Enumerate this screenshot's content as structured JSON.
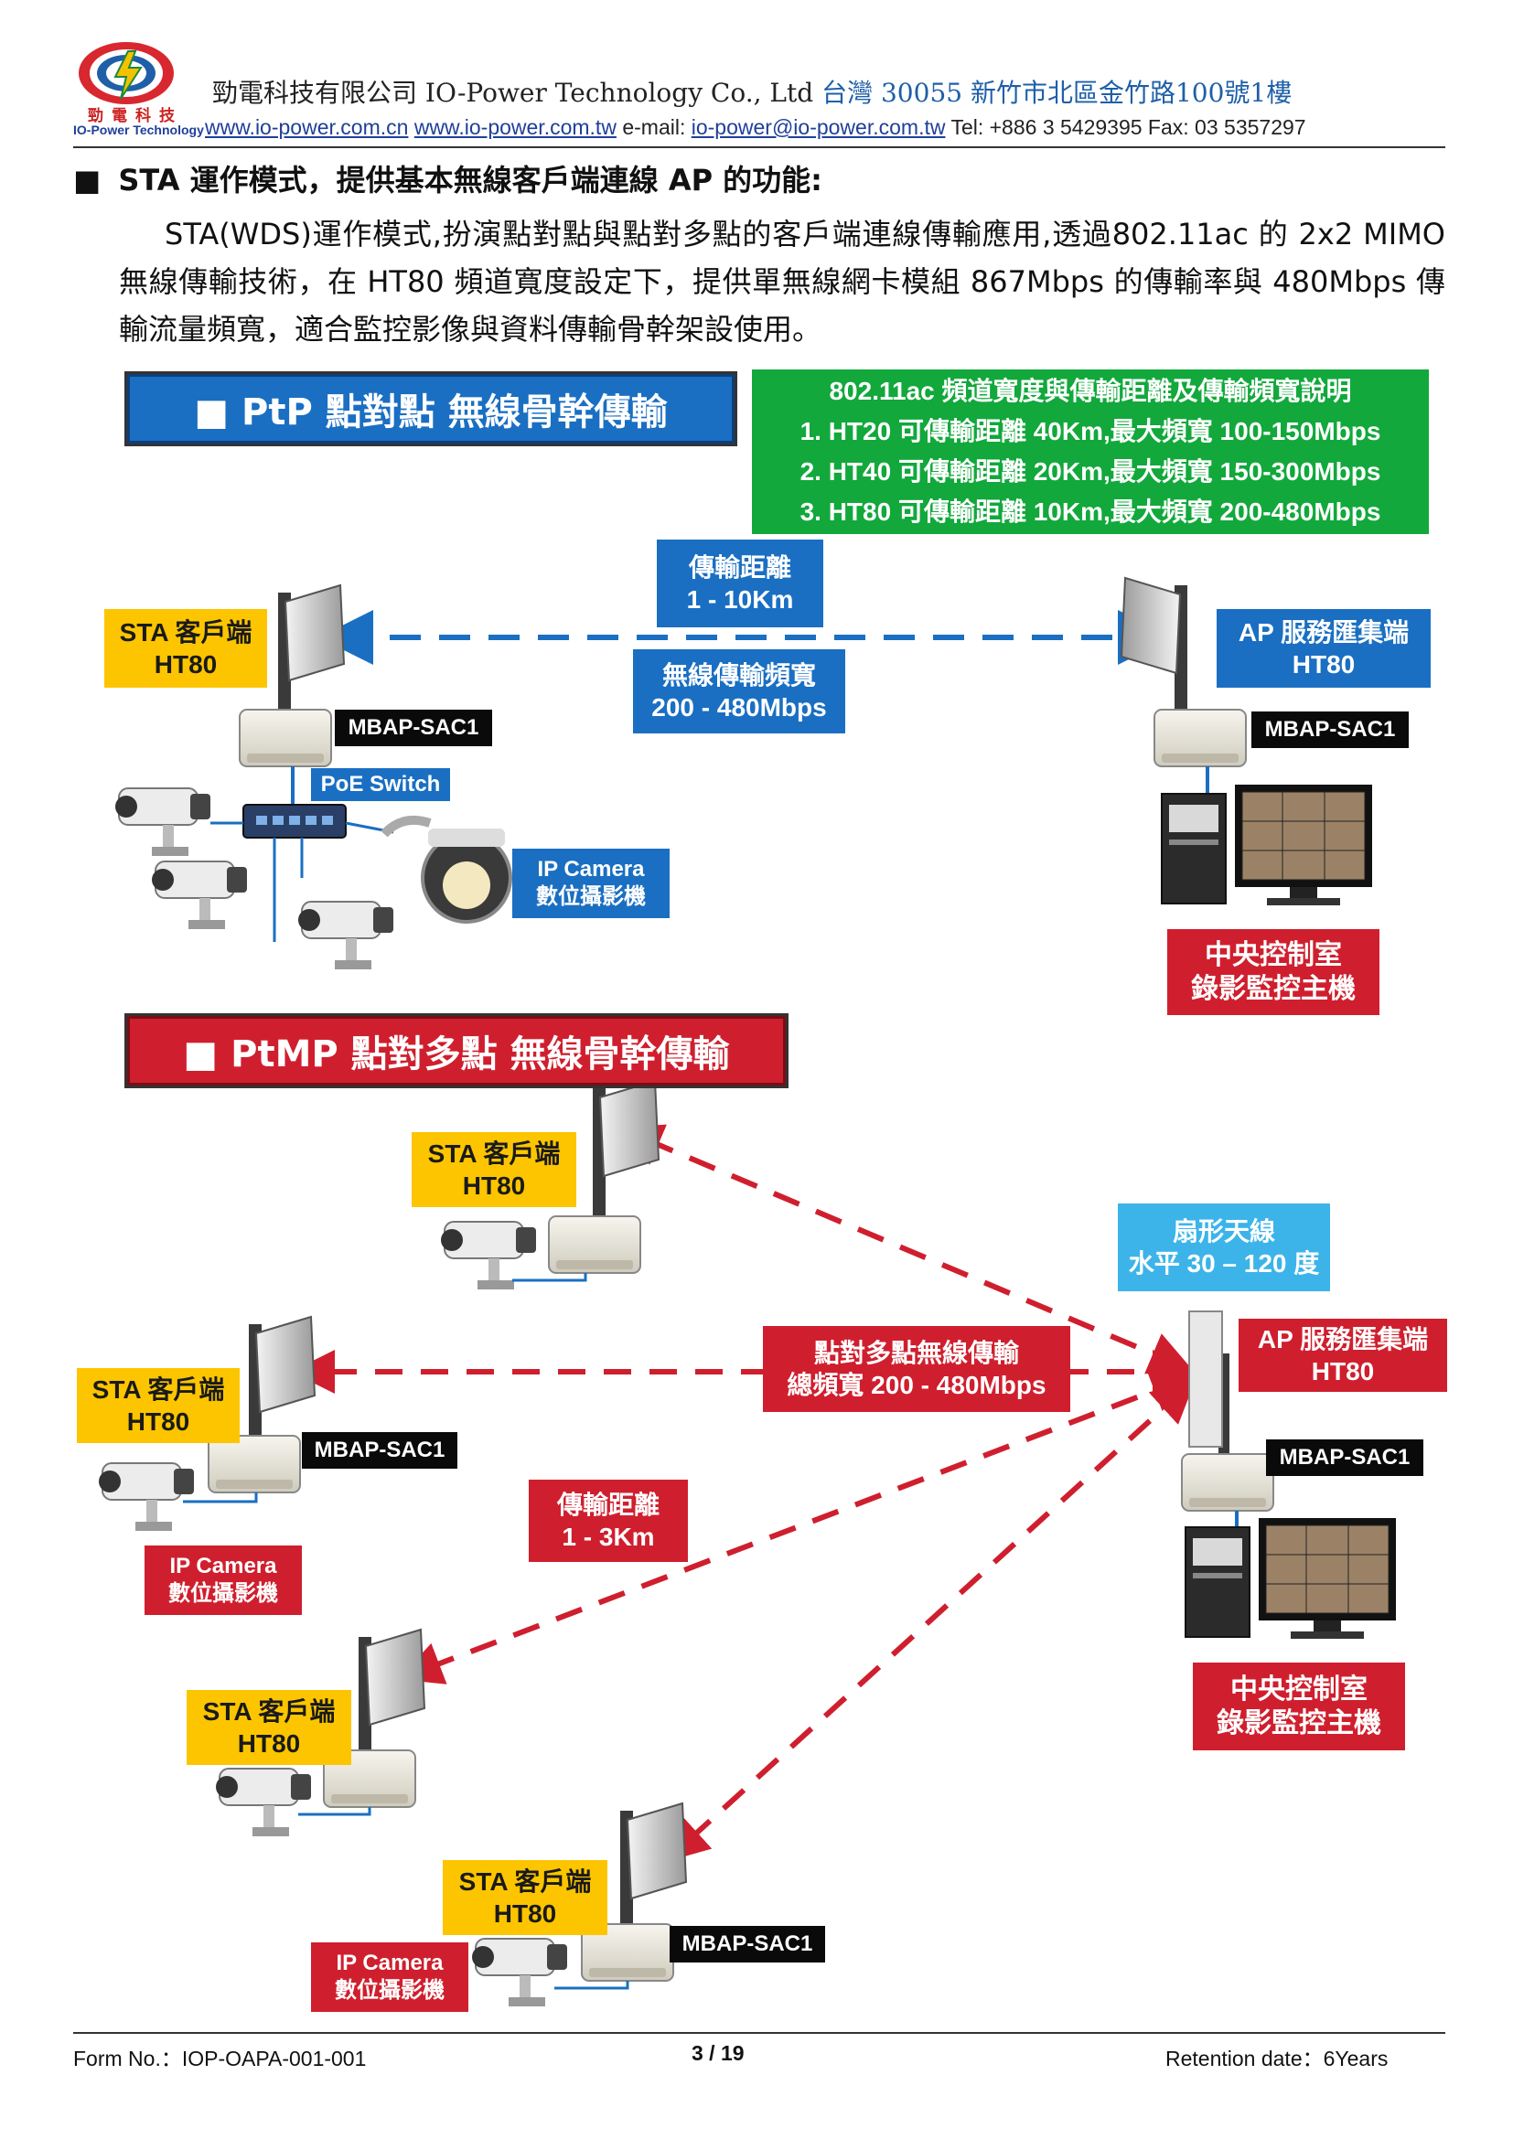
{
  "header": {
    "logo_text_cn": "勁電科技",
    "logo_text_en": "IO-Power Technology",
    "company": "勁電科技有限公司 IO-Power Technology Co., Ltd",
    "address": "台灣 30055 新竹市北區金竹路100號1樓",
    "website_cn": "www.io-power.com.cn",
    "website_tw": "www.io-power.com.tw",
    "email_label": "e-mail:",
    "email": "io-power@io-power.com.tw",
    "phone_fax": "Tel: +886 3 5429395 Fax: 03 5357297"
  },
  "section": {
    "bullet": "■",
    "title": "STA 運作模式，提供基本無線客戶端連線 AP 的功能:",
    "paragraph": "STA(WDS)運作模式,扮演點對點與點對多點的客戶端連線傳輸應用,透過802.11ac 的 2x2 MIMO 無線傳輸技術，在 HT80 頻道寬度設定下，提供單無線網卡模組 867Mbps 的傳輸率與 480Mbps 傳輸流量頻寬，適合監控影像與資料傳輸骨幹架設使用。"
  },
  "ptp": {
    "banner": "■ PtP 點對點  無線骨幹傳輸",
    "info_title": "802.11ac 頻道寬度與傳輸距離及傳輸頻寬說明",
    "info_lines": [
      "1. HT20  可傳輸距離 40Km,最大頻寬 100-150Mbps",
      "2. HT40  可傳輸距離 20Km,最大頻寬 150-300Mbps",
      "3. HT80  可傳輸距離 10Km,最大頻寬 200-480Mbps"
    ],
    "distance_label": [
      "傳輸距離",
      "1 - 10Km"
    ],
    "bandwidth_label": [
      "無線傳輸頻寬",
      "200 - 480Mbps"
    ],
    "sta_label": [
      "STA 客戶端",
      "HT80"
    ],
    "ap_label": [
      "AP 服務匯集端",
      "HT80"
    ],
    "model_left": "MBAP-SAC1",
    "model_right": "MBAP-SAC1",
    "poe": "PoE Switch",
    "camera_label": [
      "IP Camera",
      "數位攝影機"
    ],
    "control_label": [
      "中央控制室",
      "錄影監控主機"
    ]
  },
  "ptmp": {
    "banner": "■ PtMP 點對多點  無線骨幹傳輸",
    "sector_label": [
      "扇形天線",
      "水平 30 – 120 度"
    ],
    "ap_label": [
      "AP 服務匯集端",
      "HT80"
    ],
    "multi_label": [
      "點對多點無線傳輸",
      "總頻寬 200 - 480Mbps"
    ],
    "distance_label": [
      "傳輸距離",
      "1 - 3Km"
    ],
    "sta_label": [
      "STA 客戶端",
      "HT80"
    ],
    "model": "MBAP-SAC1",
    "camera_label": [
      "IP Camera",
      "數位攝影機"
    ],
    "control_label": [
      "中央控制室",
      "錄影監控主機"
    ]
  },
  "footer": {
    "form_no": "Form No.：IOP-OAPA-001-001",
    "page": "3 / 19",
    "retention": "Retention date：6Years"
  },
  "colors": {
    "blue": "#1a6fc2",
    "red": "#cf1f2e",
    "yellow": "#fcc500",
    "green": "#12a83c",
    "sky": "#3cb4ea"
  }
}
